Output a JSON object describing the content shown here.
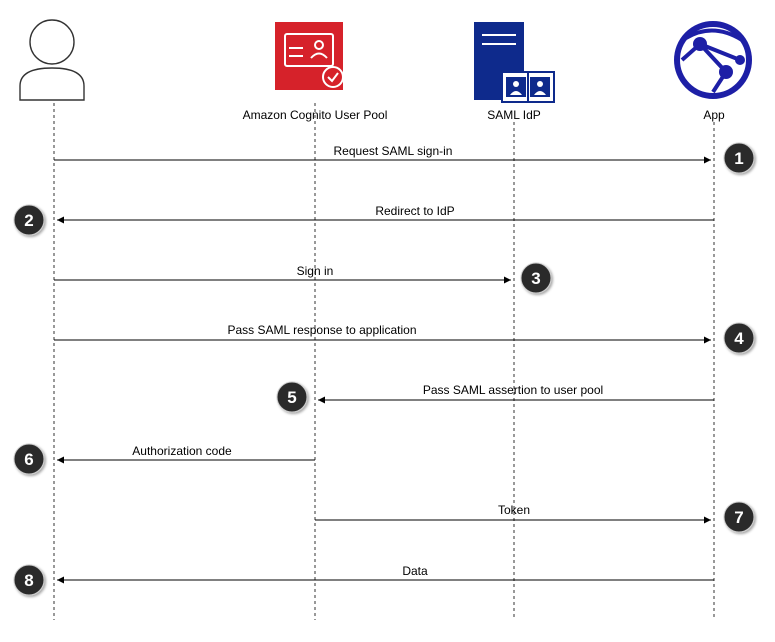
{
  "participants": {
    "user": {
      "icon": "user-icon"
    },
    "cognito": {
      "label": "Amazon Cognito User Pool",
      "icon": "cognito-user-pool-icon",
      "color": "#d6222a"
    },
    "idp": {
      "label": "SAML IdP",
      "icon": "saml-idp-server-icon",
      "color": "#0e2a8c"
    },
    "app": {
      "label": "App",
      "icon": "app-globe-icon",
      "color": "#1d1fa6"
    }
  },
  "messages": [
    {
      "step": "1",
      "label": "Request SAML sign-in"
    },
    {
      "step": "2",
      "label": "Redirect to IdP"
    },
    {
      "step": "3",
      "label": "Sign in"
    },
    {
      "step": "4",
      "label": "Pass SAML response to application"
    },
    {
      "step": "5",
      "label": "Pass SAML assertion to user pool"
    },
    {
      "step": "6",
      "label": "Authorization code"
    },
    {
      "step": "7",
      "label": "Token"
    },
    {
      "step": "8",
      "label": "Data"
    }
  ]
}
